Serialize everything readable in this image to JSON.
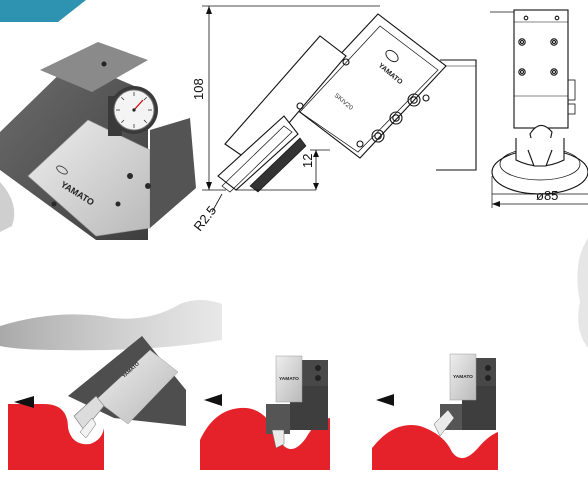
{
  "brand": {
    "name": "YAMATO"
  },
  "drawing": {
    "model": "SKIV20",
    "dim_height": "108",
    "dim_offset": "12",
    "dim_radius": "R2.5",
    "dim_diameter": "ø85"
  },
  "colors": {
    "accent_teal": "#2e93b0",
    "profile_red": "#e5222a",
    "body_grey": "#5a5a5a",
    "plate_grey": "#d9d9d9"
  },
  "icons": {
    "direction": "arrow-left-icon"
  }
}
